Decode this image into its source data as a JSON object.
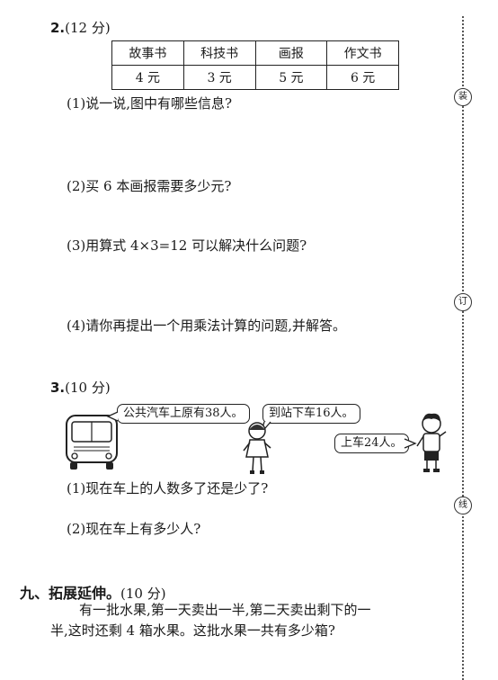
{
  "q2": {
    "number": "2.",
    "score": "(12 分)",
    "table": {
      "headers": [
        "故事书",
        "科技书",
        "画报",
        "作文书"
      ],
      "prices": [
        "4 元",
        "3 元",
        "5 元",
        "6 元"
      ]
    },
    "sub1": "(1)说一说,图中有哪些信息?",
    "sub2": "(2)买 6 本画报需要多少元?",
    "sub3": "(3)用算式 4×3=12 可以解决什么问题?",
    "sub4": "(4)请你再提出一个用乘法计算的问题,并解答。"
  },
  "q3": {
    "number": "3.",
    "score": "(10 分)",
    "bubble1": "公共汽车上原有38人。",
    "bubble2": "到站下车16人。",
    "bubble3": "上车24人。",
    "sub1": "(1)现在车上的人数多了还是少了?",
    "sub2": "(2)现在车上有多少人?"
  },
  "section9": {
    "title": "九、拓展延伸。",
    "score": "(10 分)",
    "line1": "有一批水果,第一天卖出一半,第二天卖出剩下的一",
    "line2": "半,这时还剩 4 箱水果。这批水果一共有多少箱?"
  },
  "binding_marks": [
    "装",
    "订",
    "线"
  ]
}
